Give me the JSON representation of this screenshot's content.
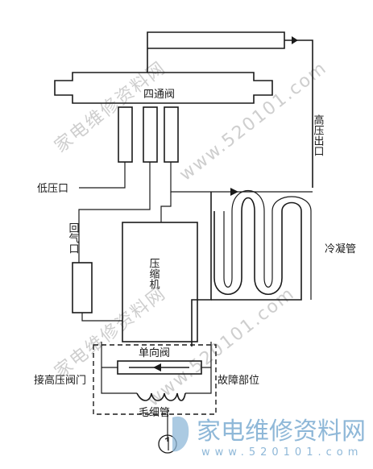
{
  "labels": {
    "four_way_valve": "四通阀",
    "high_pressure_outlet": "高压出口",
    "low_pressure_port": "低压口",
    "return_port": "回气口",
    "condenser": "冷凝管",
    "compressor": "压缩机",
    "check_valve": "单向阀",
    "connect_high_pressure_valve": "接高压阀门",
    "fault_position": "故障部位",
    "capillary": "毛细管"
  },
  "watermark": {
    "text": "家电维修资料网",
    "url": "www.520101.com",
    "logo_text": "家电维修资料网",
    "logo_url": "www.520101.com"
  },
  "colors": {
    "line": "#1a1a1a",
    "watermark_grey": "#c9c9c9",
    "watermark_blue": "#8fb8d8"
  }
}
